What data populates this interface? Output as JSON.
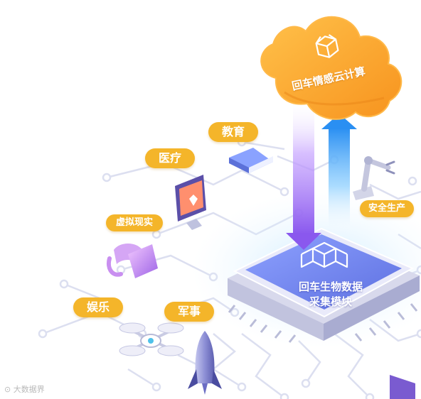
{
  "cloud": {
    "label": "回车情感云计算"
  },
  "chip": {
    "line1": "回车生物数据",
    "line2": "采集模块"
  },
  "applications": {
    "education": "教育",
    "medical": "医疗",
    "vr": "虚拟现实",
    "entertainment": "娱乐",
    "military": "军事",
    "safety": "安全生产"
  },
  "watermark": {
    "text": "大数据界"
  },
  "colors": {
    "label_bg": "#f4b52a",
    "cloud": "#f8a426",
    "chip_top": "#7b8ff2",
    "arrow_down": "#9b6cf0",
    "arrow_up": "#3aa0f5",
    "circuit": "#d9dbef"
  }
}
